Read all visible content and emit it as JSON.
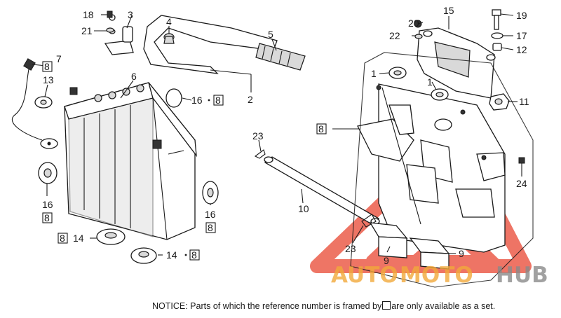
{
  "callouts": {
    "c18": "18",
    "c3": "3",
    "c21": "21",
    "c4": "4",
    "c7": "7",
    "c8a": "8",
    "c13": "13",
    "c6": "6",
    "c5": "5",
    "c2": "2",
    "c16a": "16",
    "c8b": "8",
    "c16b": "16",
    "c8c": "8",
    "c16c": "16",
    "c8d": "8",
    "c8e": "8",
    "c14a": "14",
    "c14b": "14",
    "c8f": "8",
    "c23a": "23",
    "c10": "10",
    "c23b": "23",
    "c20": "20",
    "c15": "15",
    "c19": "19",
    "c22": "22",
    "c17": "17",
    "c12": "12",
    "c1a": "1",
    "c1b": "1",
    "c11": "11",
    "c8g": "8",
    "c24": "24",
    "c9a": "9",
    "c9b": "9"
  },
  "watermark": {
    "auto": "AUTO",
    "moto": "MOTO",
    "hub": "HUB"
  },
  "notice": {
    "prefix": "NOTICE: Parts of which the reference number is framed by",
    "suffix": "are only available as a set."
  },
  "colors": {
    "watermark_red": "#e8402a",
    "watermark_orange": "#f2a93b",
    "watermark_gray": "#8a8a8a",
    "line": "#1a1a1a"
  }
}
